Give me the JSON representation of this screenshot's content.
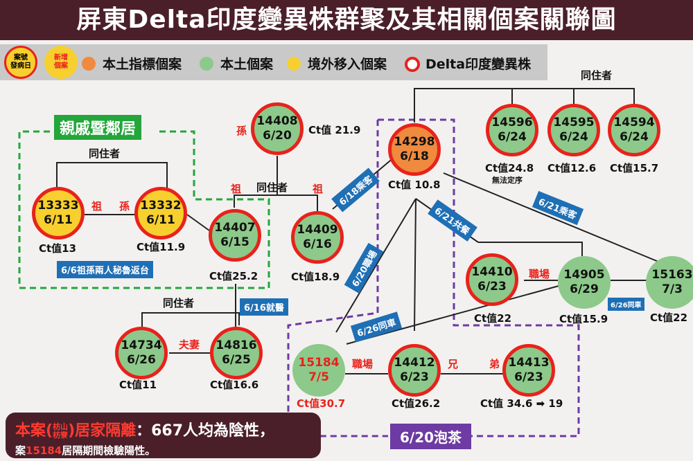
{
  "title": "屏東Delta印度變異株群聚及其相關個案關聯圖",
  "legend": {
    "badge1": "案號\n發病日",
    "badge2": "新增\n個案",
    "items": [
      "本土指標個案",
      "本土個案",
      "境外移入個案",
      "Delta印度變異株"
    ],
    "colors": {
      "index": "#ef8a3e",
      "local": "#8dc98a",
      "imported": "#f7cf2e",
      "delta": "#e8221b"
    }
  },
  "groups": {
    "relatives": "親戚暨鄰居",
    "tea": "6/20泡茶"
  },
  "nodes": {
    "n14408": {
      "id": "14408",
      "date": "6/20",
      "ct": "Ct值 21.9"
    },
    "n14298": {
      "id": "14298",
      "date": "6/18",
      "ct": "Ct值 10.8"
    },
    "n14596": {
      "id": "14596",
      "date": "6/24",
      "ct": "Ct值24.8",
      "ct_note": "無法定序"
    },
    "n14595": {
      "id": "14595",
      "date": "6/24",
      "ct": "Ct值12.6"
    },
    "n14594": {
      "id": "14594",
      "date": "6/24",
      "ct": "Ct值15.7"
    },
    "n13333": {
      "id": "13333",
      "date": "6/11",
      "ct": "Ct值13"
    },
    "n13332": {
      "id": "13332",
      "date": "6/11",
      "ct": "Ct值11.9"
    },
    "n14407": {
      "id": "14407",
      "date": "6/15",
      "ct": "Ct值25.2"
    },
    "n14409": {
      "id": "14409",
      "date": "6/16",
      "ct": "Ct值18.9"
    },
    "n14410": {
      "id": "14410",
      "date": "6/23",
      "ct": "Ct值22"
    },
    "n14905": {
      "id": "14905",
      "date": "6/29",
      "ct": "Ct值15.9"
    },
    "n15163": {
      "id": "15163",
      "date": "7/3",
      "ct": "Ct值22"
    },
    "n14734": {
      "id": "14734",
      "date": "6/26",
      "ct": "Ct值11"
    },
    "n14816": {
      "id": "14816",
      "date": "6/25",
      "ct": "Ct值16.6"
    },
    "n15184": {
      "id": "15184",
      "date": "7/5",
      "ct": "Ct值30.7"
    },
    "n14412": {
      "id": "14412",
      "date": "6/23",
      "ct": "Ct值26.2"
    },
    "n14413": {
      "id": "14413",
      "date": "6/23",
      "ct": "Ct值 34.6 ➡ 19"
    }
  },
  "relations": {
    "cohabit1": "同住者",
    "cohabit2": "同住者",
    "cohabit3": "同住者",
    "cohabit4": "同住者",
    "grand": "祖",
    "grandchild": "孫",
    "grandchild2": "孫",
    "grand2": "祖",
    "grand3": "祖",
    "workplace1": "職場",
    "workplace2": "職場",
    "spouse": "夫妻",
    "brother": "兄",
    "younger": "弟"
  },
  "tags": {
    "t1": "6/18乘客",
    "t2": "6/21共餐",
    "t3": "6/21乘客",
    "t4": "6/20職場",
    "t5": "6/26同車",
    "t6": "6/26同車",
    "t7": "6/16就醫",
    "t8": "6/6祖孫兩人秘魯返台"
  },
  "bottom": {
    "p1": "本案(",
    "p1_small_top": "枋山",
    "p1_small_bottom": "枋寮",
    "p1_end": ")居家隔離",
    "p2": "：667人均為陰性，",
    "line2_a": "案",
    "line2_b": "15184",
    "line2_c": "居隔期間檢驗陽性。"
  }
}
